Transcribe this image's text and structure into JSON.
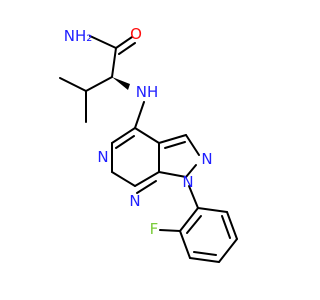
{
  "colors": {
    "bond": "#000000",
    "nitrogen": "#1f1fff",
    "oxygen": "#ff0d0d",
    "fluorine": "#7acc3a"
  },
  "molecule": {
    "atoms": [
      {
        "id": "nh2",
        "label": "NH₂",
        "color": "#1f1fff"
      },
      {
        "id": "o",
        "label": "O",
        "color": "#ff0d0d"
      },
      {
        "id": "nh",
        "label": "NH",
        "color": "#1f1fff"
      },
      {
        "id": "n_top_pyrimidine",
        "label": "N",
        "color": "#1f1fff"
      },
      {
        "id": "n_bottom_pyrimidine",
        "label": "N",
        "color": "#1f1fff"
      },
      {
        "id": "n_pyrazole_2",
        "label": "N",
        "color": "#1f1fff"
      },
      {
        "id": "n_pyrazole_1",
        "label": "N",
        "color": "#1f1fff"
      },
      {
        "id": "f",
        "label": "F",
        "color": "#7acc3a"
      }
    ]
  }
}
